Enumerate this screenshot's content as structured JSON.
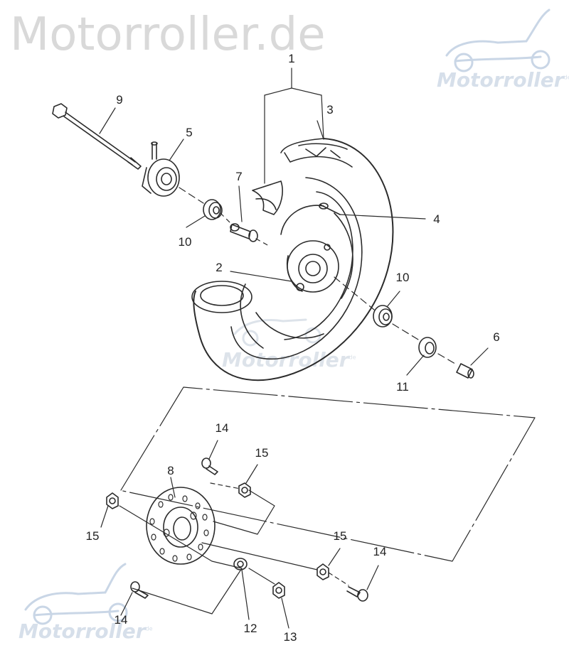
{
  "watermark": {
    "title": "Motorroller.de",
    "logo_text": "Motorroller",
    "logo_tld": "de"
  },
  "colors": {
    "line": "#2b2b2b",
    "watermark_gray": "#d9d9d9",
    "watermark_blue": "#c9d6e6"
  },
  "part_labels": [
    "1",
    "2",
    "3",
    "4",
    "5",
    "6",
    "7",
    "8",
    "9",
    "10",
    "10",
    "11",
    "12",
    "13",
    "14",
    "14",
    "14",
    "15",
    "15",
    "15"
  ]
}
